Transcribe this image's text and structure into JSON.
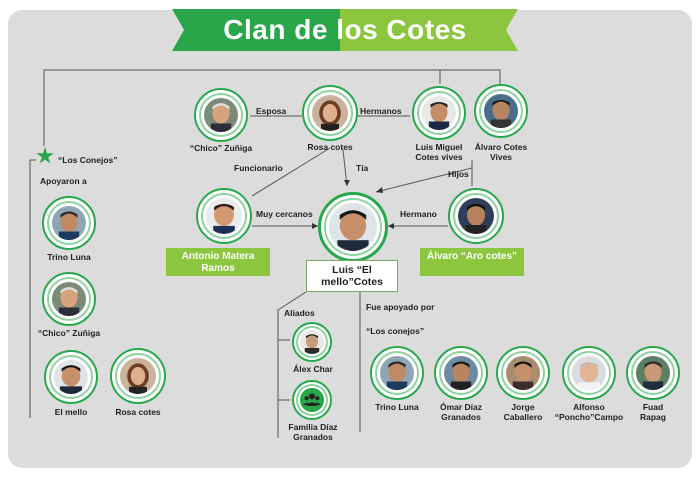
{
  "title": "Clan de los Cotes",
  "center": {
    "name": "Luis “El mello”Cotes"
  },
  "top_people": {
    "chico": "“Chico” Zuñiga",
    "rosa": "Rosa cotes",
    "luis_miguel": "Luis Miguel Cotes vives",
    "alvaro_vives": "Álvaro Cotes Vives"
  },
  "relations": {
    "esposa": "Esposa",
    "hermanos": "Hermanos",
    "funcionario": "Funcionario",
    "tia": "Tía",
    "hijos": "Hijos",
    "muy_cercanos": "Muy cercanos",
    "hermano": "Hermano",
    "aliados": "Aliados",
    "fue_apoyado_por": "Fue apoyado por",
    "los_conejos_quote": "“Los conejos”"
  },
  "side_boxes": {
    "antonio": "Antonio Matera Ramos",
    "alvaro_aro": "Álvaro “Aro cotes”"
  },
  "left_column": {
    "header": "“Los Conejos”",
    "sub": "Apoyaron a",
    "items": [
      "Trino Luna",
      "“Chico” Zuñiga",
      "El mello",
      "Rosa cotes"
    ]
  },
  "aliados": [
    "Álex Char",
    "Familia Díaz Granados"
  ],
  "supporters": [
    "Trino Luna",
    "Ómar Díaz Granados",
    "Jorge Caballero",
    "Alfonso “Poncho”Campo",
    "Fuad Rapag"
  ],
  "colors": {
    "dark_green": "#2aa64a",
    "light_green": "#8cc63f",
    "panel": "#dcdcdc"
  },
  "icons": {
    "star": "star-icon",
    "group": "people-group-icon"
  }
}
